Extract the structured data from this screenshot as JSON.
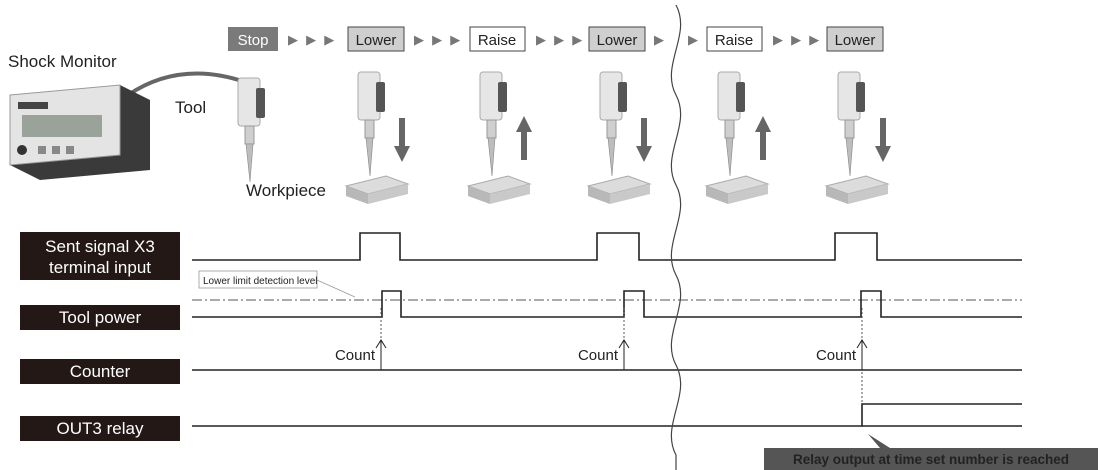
{
  "sequence": {
    "steps": [
      {
        "label": "Stop",
        "style": "dark"
      },
      {
        "label": "Lower",
        "style": "gray"
      },
      {
        "label": "Raise",
        "style": "outline"
      },
      {
        "label": "Lower",
        "style": "gray"
      },
      {
        "label": "Raise",
        "style": "outline"
      },
      {
        "label": "Lower",
        "style": "gray"
      }
    ],
    "separator": "▶ ▶ ▶",
    "separator_short": "▶"
  },
  "labels": {
    "shock_monitor": "Shock Monitor",
    "tool": "Tool",
    "workpiece": "Workpiece",
    "lower_limit": "Lower limit detection level",
    "count": "Count",
    "relay_note": "Relay output at time set number is reached"
  },
  "signals": {
    "sent_signal_line1": "Sent signal X3",
    "sent_signal_line2": "terminal input",
    "tool_power": "Tool power",
    "counter": "Counter",
    "out3_relay": "OUT3 relay"
  },
  "colors": {
    "label_bg": "#231815",
    "step_gray": "#cfcfcf",
    "step_dark": "#7a7a7a",
    "arrow": "#777777",
    "line": "#222222"
  }
}
